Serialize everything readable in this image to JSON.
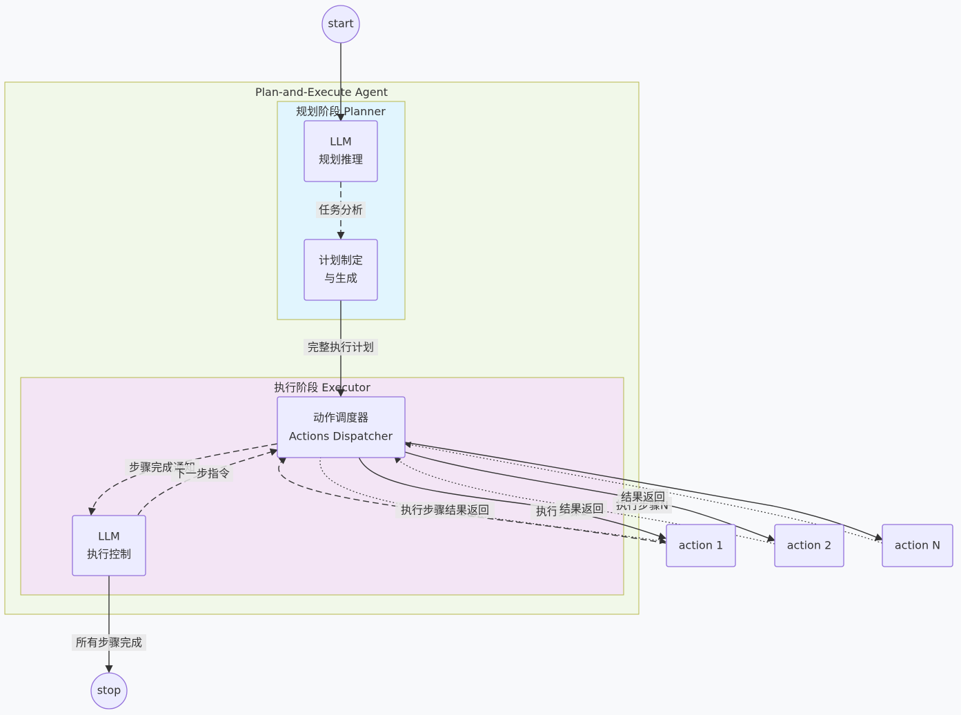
{
  "diagram": {
    "colors": {
      "node_fill": "#ECECFF",
      "node_stroke": "#9370DB",
      "agent_fill": "#f1f8e9",
      "agent_stroke": "#b6b84a",
      "planner_fill": "#e1f5fe",
      "executor_fill": "#f3e5f5",
      "edge": "#333333",
      "label_bg": "#e8e8e8"
    },
    "clusters": {
      "agent": "Plan-and-Execute Agent",
      "planner": "规划阶段 Planner",
      "executor": "执行阶段 Executor"
    },
    "nodes": {
      "start": "start",
      "stop": "stop",
      "llm_plan": [
        "LLM",
        "规划推理"
      ],
      "plan_gen": [
        "计划制定",
        "与生成"
      ],
      "dispatcher": [
        "动作调度器",
        "Actions Dispatcher"
      ],
      "llm_exec": [
        "LLM",
        "执行控制"
      ],
      "action1": "action 1",
      "action2": "action 2",
      "actionN": "action N"
    },
    "edge_labels": {
      "task_analysis": "任务分析",
      "full_plan": "完整执行计划",
      "step_done_notice": "步骤完成通知",
      "next_step": "下一步指令",
      "step_result_return": "执行步骤结果返回",
      "exec_step_1": "执行步骤1",
      "result_return_2": "结果返回",
      "exec_step_n": "执行步骤N",
      "result_return_n": "结果返回",
      "all_done": "所有步骤完成"
    }
  }
}
